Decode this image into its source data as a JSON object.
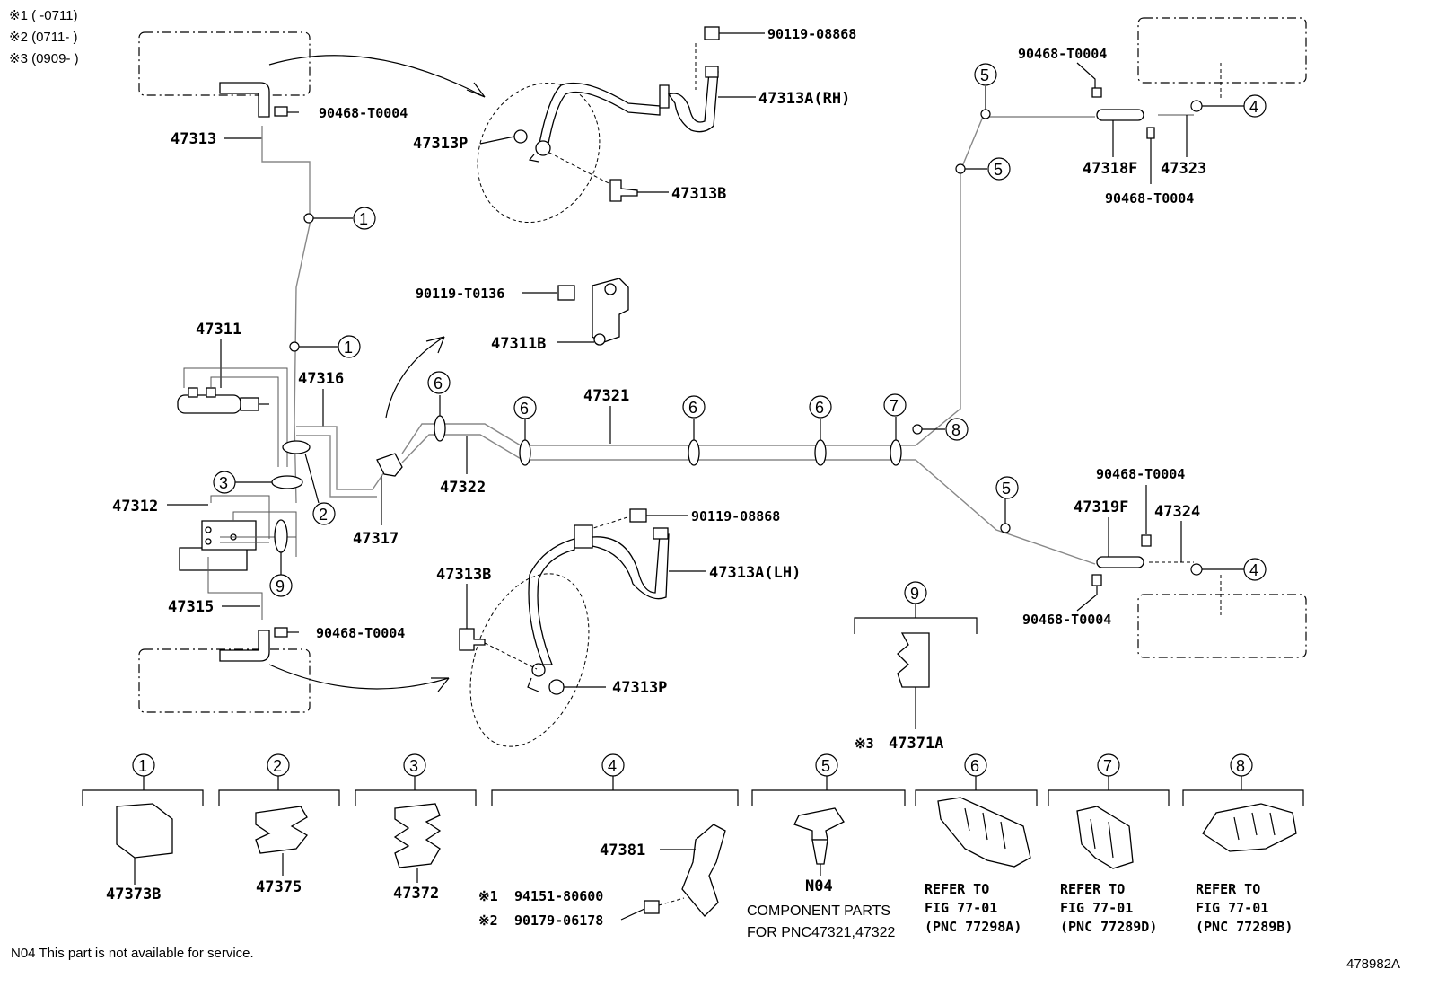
{
  "notes": {
    "n1": "※1 (     -0711)",
    "n2": "※2 (0711-     )",
    "n3": "※3 (0909-     )",
    "footnote": "N04 This part is not available for service.",
    "drawing_id": "478982A"
  },
  "callouts": [
    "1",
    "2",
    "3",
    "4",
    "5",
    "6",
    "7",
    "8",
    "9"
  ],
  "parts": {
    "p90119_08868_a": "90119-08868",
    "p90119_08868_b": "90119-08868",
    "p47313A_RH": "47313A(RH)",
    "p47313A_LH": "47313A(LH)",
    "p90468_T0004_a": "90468-T0004",
    "p90468_T0004_b": "90468-T0004",
    "p90468_T0004_c": "90468-T0004",
    "p90468_T0004_d": "90468-T0004",
    "p90468_T0004_e": "90468-T0004",
    "p90468_T0004_f": "90468-T0004",
    "p47313": "47313",
    "p47313P_a": "47313P",
    "p47313P_b": "47313P",
    "p47313B_a": "47313B",
    "p47313B_b": "47313B",
    "p90119_T0136": "90119-T0136",
    "p47311B": "47311B",
    "p47311": "47311",
    "p47316": "47316",
    "p47321": "47321",
    "p47322": "47322",
    "p47317": "47317",
    "p47312": "47312",
    "p47315": "47315",
    "p47318F": "47318F",
    "p47323": "47323",
    "p47319F": "47319F",
    "p47324": "47324",
    "p47371A": "47371A",
    "p47371A_mark": "※3",
    "p47373B": "47373B",
    "p47375": "47375",
    "p47372": "47372",
    "p47381": "47381",
    "p94151_80600": "94151-80600",
    "p90179_06178": "90179-06178",
    "mark1": "※1",
    "mark2": "※2",
    "pN04": "N04"
  },
  "captions": {
    "comp1": "COMPONENT PARTS",
    "comp2": "FOR PNC47321,47322",
    "ref6a": "REFER TO",
    "ref6b": "FIG 77-01",
    "ref6c": "(PNC 77298A)",
    "ref7a": "REFER TO",
    "ref7b": "FIG 77-01",
    "ref7c": "(PNC 77289D)",
    "ref8a": "REFER TO",
    "ref8b": "FIG 77-01",
    "ref8c": "(PNC 77289B)"
  }
}
